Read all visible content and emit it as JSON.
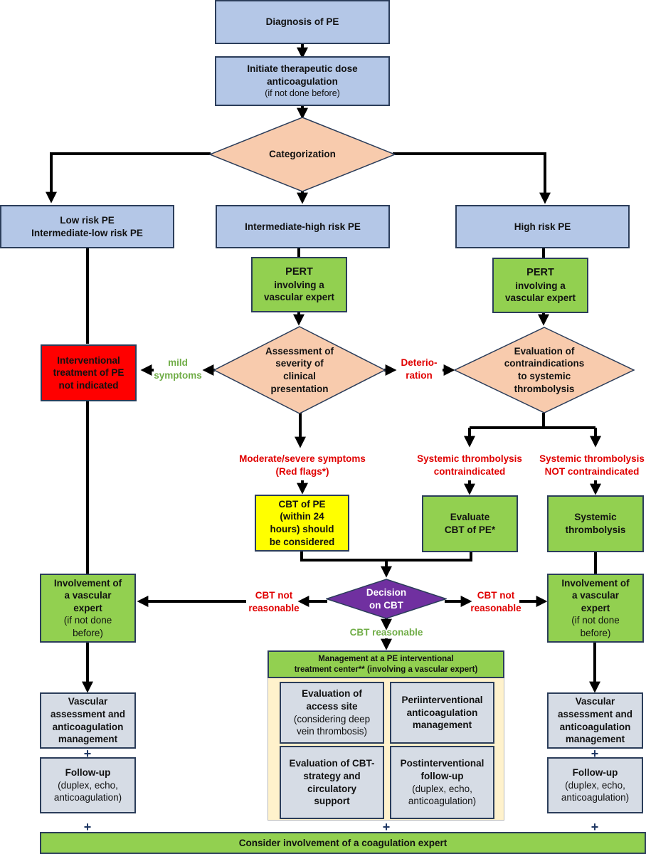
{
  "diagram": {
    "colors": {
      "blue_box": "#b4c7e7",
      "green_box": "#92d050",
      "grey_box": "#d6dce5",
      "red_box": "#ff0000",
      "yellow_box": "#ffff00",
      "diamond_peach": "#f8cbad",
      "diamond_purple": "#7030a0",
      "container_cream": "#fff2cc",
      "label_red": "#e00000",
      "label_green": "#70ad47",
      "plus_navy": "#1f3864"
    },
    "diagnosis": {
      "title": "Diagnosis of PE"
    },
    "anticoag": {
      "line1": "Initiate therapeutic dose",
      "line2": "anticoagulation",
      "note": "(if not done before)"
    },
    "categorization": {
      "label": "Categorization"
    },
    "low_risk": {
      "line1": "Low risk PE",
      "line2": "Intermediate-low risk PE"
    },
    "int_high": {
      "label": "Intermediate-high risk PE"
    },
    "high_risk": {
      "label": "High risk PE"
    },
    "pert_mid": {
      "line1": "PERT",
      "line2": "involving a",
      "line3": "vascular expert"
    },
    "pert_right": {
      "line1": "PERT",
      "line2": "involving a",
      "line3": "vascular expert"
    },
    "not_indicated": {
      "line1": "Interventional",
      "line2": "treatment of PE",
      "line3": "not indicated"
    },
    "assessment": {
      "line1": "Assessment of",
      "line2": "severity of",
      "line3": "clinical",
      "line4": "presentation"
    },
    "evaluation": {
      "line1": "Evaluation of",
      "line2": "contraindications",
      "line3": "to systemic",
      "line4": "thrombolysis"
    },
    "labels": {
      "mild_1": "mild",
      "mild_2": "symptoms",
      "deterioration_1": "Deterio-",
      "deterioration_2": "ration",
      "moderate_1": "Moderate/severe symptoms",
      "moderate_2": "(Red flags*)",
      "contra_1": "Systemic thrombolysis",
      "contra_2": "contraindicated",
      "not_contra_1": "Systemic thrombolysis",
      "not_contra_2": "NOT contraindicated",
      "cbt_not_left_1": "CBT not",
      "cbt_not_left_2": "reasonable",
      "cbt_not_right_1": "CBT not",
      "cbt_not_right_2": "reasonable",
      "cbt_reasonable": "CBT reasonable"
    },
    "cbt_consider": {
      "line1": "CBT of PE",
      "line2": "(within 24",
      "line3": "hours) should",
      "line4": "be considered"
    },
    "evaluate_cbt": {
      "line1": "Evaluate",
      "line2": "CBT of PE*"
    },
    "systemic": {
      "line1": "Systemic",
      "line2": "thrombolysis"
    },
    "decision": {
      "line1": "Decision",
      "line2": "on CBT"
    },
    "vasc_left": {
      "line1": "Involvement of",
      "line2": "a vascular",
      "line3": "expert",
      "note1": "(if not done",
      "note2": "before)"
    },
    "vasc_right": {
      "line1": "Involvement of",
      "line2": "a vascular",
      "line3": "expert",
      "note1": "(if not done",
      "note2": "before)"
    },
    "center": {
      "header1": "Management at a PE interventional",
      "header2": "treatment center** (involving a vascular expert)",
      "access": {
        "line1": "Evaluation of",
        "line2": "access site",
        "note1": "(considering deep",
        "note2": "vein thrombosis)"
      },
      "peri": {
        "line1": "Periinterventional",
        "line2": "anticoagulation",
        "line3": "management"
      },
      "strategy": {
        "line1": "Evaluation of CBT-",
        "line2": "strategy and",
        "line3": "circulatory",
        "line4": "support"
      },
      "post": {
        "line1": "Postinterventional",
        "line2": "follow-up",
        "note1": "(duplex, echo,",
        "note2": "anticoagulation)"
      }
    },
    "vascmgmt_left": {
      "line1": "Vascular",
      "line2": "assessment and",
      "line3": "anticoagulation",
      "line4": "management"
    },
    "vascmgmt_right": {
      "line1": "Vascular",
      "line2": "assessment and",
      "line3": "anticoagulation",
      "line4": "management"
    },
    "followup_left": {
      "title": "Follow-up",
      "note1": "(duplex, echo,",
      "note2": "anticoagulation)"
    },
    "followup_right": {
      "title": "Follow-up",
      "note1": "(duplex, echo,",
      "note2": "anticoagulation)"
    },
    "plus_symbol": "+",
    "coagulation": {
      "label": "Consider involvement of a coagulation expert"
    }
  }
}
